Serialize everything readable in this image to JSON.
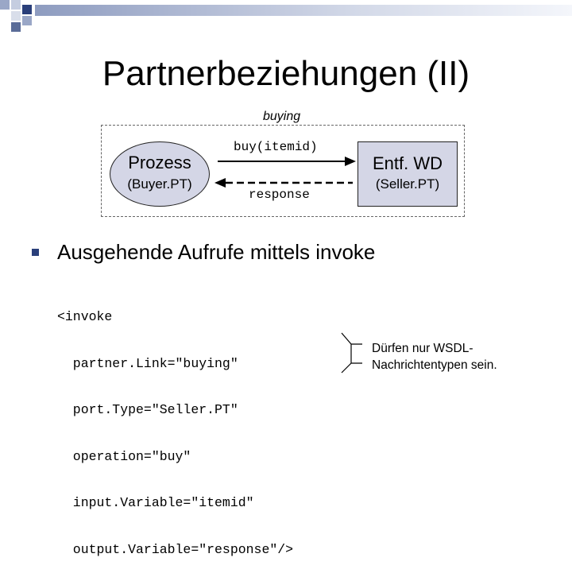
{
  "slide": {
    "title": "Partnerbeziehungen (II)"
  },
  "diagram": {
    "link_label": "buying",
    "left_node": {
      "name": "Prozess",
      "port_type": "(Buyer.PT)"
    },
    "right_node": {
      "name": "Entf. WD",
      "port_type": "(Seller.PT)"
    },
    "request_label": "buy(itemid)",
    "response_label": "response"
  },
  "bullet": {
    "text": "Ausgehende Aufrufe mittels invoke"
  },
  "code": {
    "lines": [
      "<invoke",
      "  partner.Link=\"buying\"",
      "  port.Type=\"Seller.PT\"",
      "  operation=\"buy\"",
      "  input.Variable=\"itemid\"",
      "  output.Variable=\"response\"/>"
    ]
  },
  "note": {
    "line1": "Dürfen nur WSDL-",
    "line2": "Nachrichtentypen sein."
  },
  "colors": {
    "accent": "#2a3f7a",
    "node_fill": "#d4d6e6"
  }
}
